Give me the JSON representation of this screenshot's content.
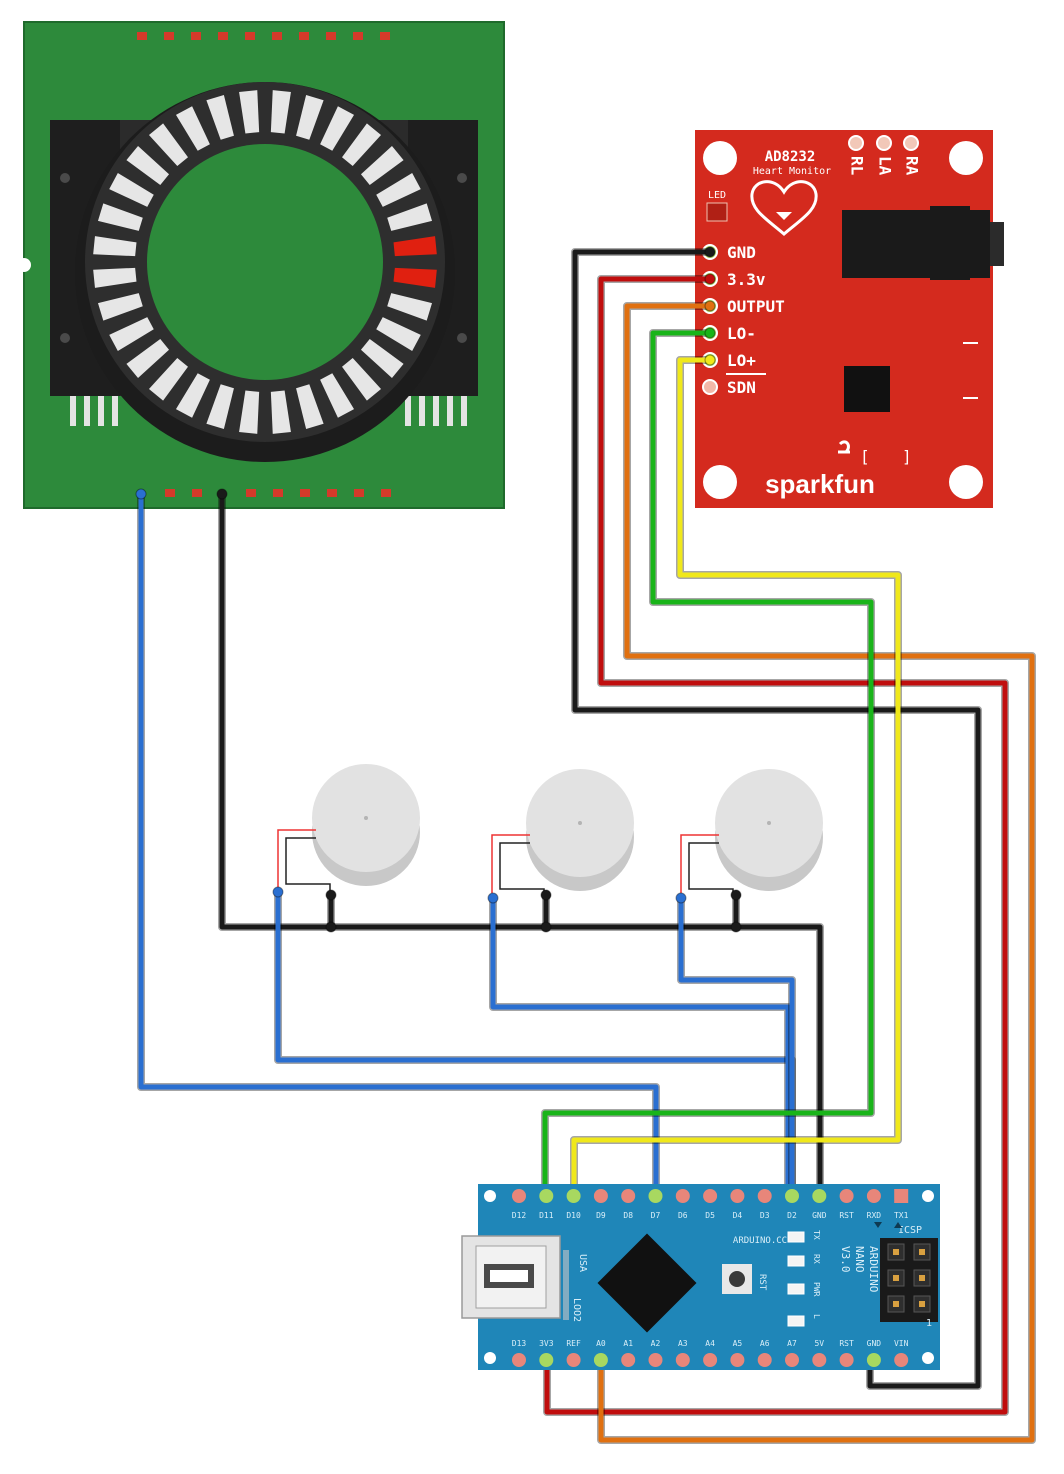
{
  "ecg_module": {
    "chip_name": "AD8232",
    "subtitle": "Heart Monitor",
    "led_label": "LED",
    "pins": [
      "GND",
      "3.3v",
      "OUTPUT",
      "LO-",
      "LO+",
      "SDN"
    ],
    "electrodes": [
      "RL",
      "LA",
      "RA"
    ],
    "brand": "sparkfun",
    "bracket_left": "[",
    "bracket_right": "]"
  },
  "nano": {
    "top_pins": [
      "D12",
      "D11",
      "D10",
      "D9",
      "D8",
      "D7",
      "D6",
      "D5",
      "D4",
      "D3",
      "D2",
      "GND",
      "RST",
      "RXD",
      "TX1"
    ],
    "bottom_pins": [
      "D13",
      "3V3",
      "REF",
      "A0",
      "A1",
      "A2",
      "A3",
      "A4",
      "A5",
      "A6",
      "A7",
      "5V",
      "RST",
      "GND",
      "VIN"
    ],
    "usb_label": "USA",
    "cc_label": "ARDUINO.CC",
    "rst_label": "RST",
    "side_labels": [
      "TX",
      "RX",
      "PWR",
      "L"
    ],
    "model_label": [
      "ARDUINO",
      "NANO",
      "V3.0"
    ],
    "icsp_label": "ICSP",
    "chip_code": "LOO2",
    "pin_one": "1"
  },
  "colors": {
    "ring_board": "#2a8a3a",
    "ecg_board": "#d42a1e",
    "nano_board": "#1f86b8",
    "wire_blue": "#2a6fd1",
    "wire_black": "#1a1a1a",
    "wire_red": "#c00d0d",
    "wire_orange": "#e07010",
    "wire_green": "#19b419",
    "wire_yellow": "#f0e81a",
    "led_on": "#e02010"
  }
}
